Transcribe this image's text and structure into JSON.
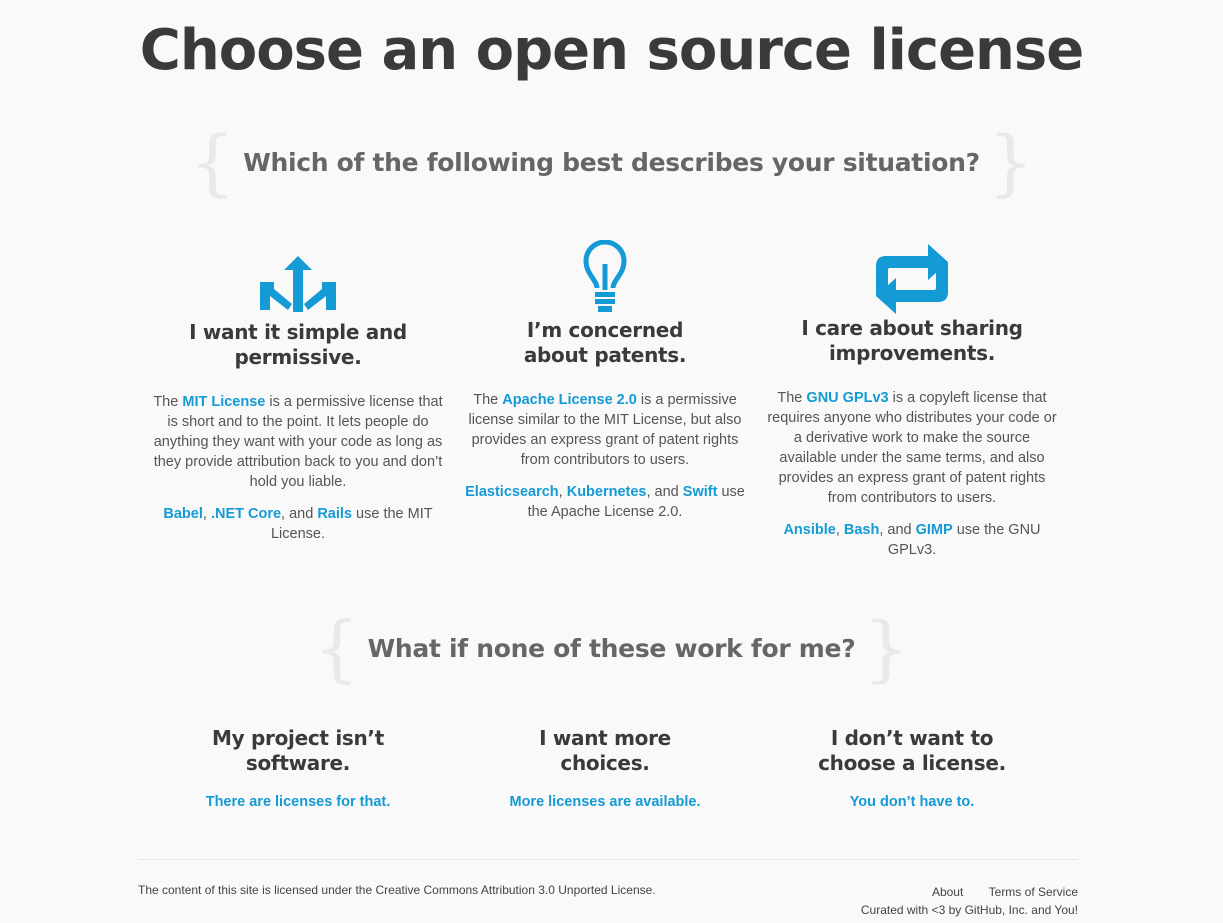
{
  "page_title": "Choose an open source license",
  "section1": {
    "heading": "Which of the following best describes your situation?",
    "brace_open": "{",
    "brace_close": "}",
    "options": [
      {
        "icon": "arrows-spread-icon",
        "title_line1": "I want it simple and",
        "title_line2": "permissive.",
        "desc_pre": "The",
        "license_link": "MIT License",
        "desc_post": "is a permissive license that is short and to the point. It lets people do anything they want with your code as long as they provide attribution back to you and don’t hold you liable.",
        "users": [
          "Babel",
          ".NET Core",
          "Rails"
        ],
        "sep1": ",",
        "sep2": ", and",
        "users_post": "use the MIT License."
      },
      {
        "icon": "lightbulb-icon",
        "title_line1": "I’m concerned",
        "title_line2": "about patents.",
        "desc_pre": "The",
        "license_link": "Apache License 2.0",
        "desc_post": "is a permissive license similar to the MIT License, but also provides an express grant of patent rights from contributors to users.",
        "users": [
          "Elasticsearch",
          "Kubernetes",
          "Swift"
        ],
        "sep1": ",",
        "sep2": ", and",
        "users_post": "use the Apache License 2.0."
      },
      {
        "icon": "repeat-arrows-icon",
        "title_line1": "I care about sharing",
        "title_line2": "improvements.",
        "desc_pre": "The",
        "license_link": "GNU GPLv3",
        "desc_post": "is a copyleft license that requires anyone who distributes your code or a derivative work to make the source available under the same terms, and also provides an express grant of patent rights from contributors to users.",
        "users": [
          "Ansible",
          "Bash",
          "GIMP"
        ],
        "sep1": ",",
        "sep2": ", and",
        "users_post": "use the GNU GPLv3."
      }
    ]
  },
  "section2": {
    "heading": "What if none of these work for me?",
    "brace_open": "{",
    "brace_close": "}",
    "options": [
      {
        "title_line1": "My project isn’t",
        "title_line2": "software.",
        "link": "There are licenses for that."
      },
      {
        "title_line1": "I want more",
        "title_line2": "choices.",
        "link": "More licenses are available."
      },
      {
        "title_line1": "I don’t want to",
        "title_line2": "choose a license.",
        "link": "You don’t have to."
      }
    ]
  },
  "footer": {
    "license_pre": "The content of this site is licensed under the",
    "license_link": "Creative Commons Attribution 3.0 Unported License",
    "license_post": ".",
    "about": "About",
    "terms": "Terms of Service",
    "curated": "Curated with <3 by GitHub, Inc. and You!"
  },
  "colors": {
    "accent": "#149ad4",
    "heading": "#3a3a3a",
    "brace": "#e9e9e9"
  }
}
